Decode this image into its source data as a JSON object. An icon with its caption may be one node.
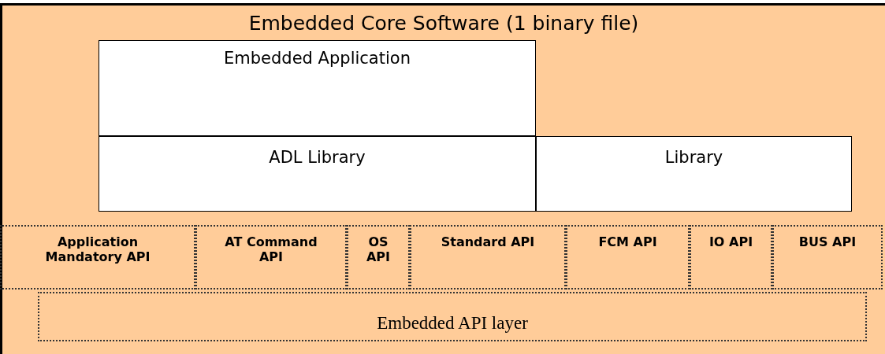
{
  "diagram": {
    "nodes": [
      {
        "text": [
          "Embedded Core Software (1 binary file)"
        ]
      },
      {
        "text": [
          "Embedded Application"
        ],
        "in": 0
      },
      {
        "text": [
          "ADL Library"
        ],
        "in": 0
      },
      {
        "text": [
          "Library"
        ],
        "in": 0
      },
      {
        "text": [
          "Application Mandatory API"
        ],
        "in": 0
      },
      {
        "text": [
          "AT Command API"
        ],
        "in": 0
      },
      {
        "text": [
          "OS API"
        ],
        "in": 0
      },
      {
        "text": [
          "Standard API"
        ],
        "in": 0
      },
      {
        "text": [
          "FCM API"
        ],
        "in": 0
      },
      {
        "text": [
          "IO API"
        ],
        "in": 0
      },
      {
        "text": [
          "BUS API"
        ],
        "in": 0
      },
      {
        "text": [
          "Embedded API layer"
        ],
        "in": 0
      }
    ]
  }
}
